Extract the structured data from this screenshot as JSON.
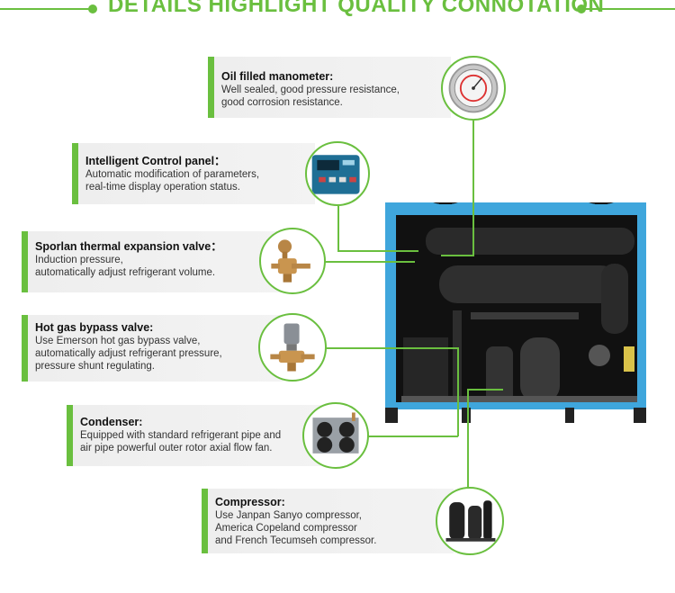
{
  "header": {
    "title": "DETAILS HIGHLIGHT QUALITY CONNOTATION"
  },
  "colors": {
    "accent": "#6abf3f",
    "cabinet": "#3fa6dc",
    "card_bg": "#eeeeee"
  },
  "features": [
    {
      "title": "Oil filled manometer:",
      "lines": [
        "Well sealed, good pressure resistance,",
        "good corrosion resistance."
      ],
      "icon": "manometer-icon"
    },
    {
      "title": "Intelligent Control panel：",
      "lines": [
        "Automatic modification of parameters,",
        "real-time display operation status."
      ],
      "icon": "control-panel-icon"
    },
    {
      "title": "Sporlan thermal expansion valve：",
      "lines": [
        "Induction pressure,",
        "automatically adjust refrigerant volume."
      ],
      "icon": "expansion-valve-icon"
    },
    {
      "title": "Hot gas bypass valve:",
      "lines": [
        "Use Emerson hot gas bypass valve,",
        "automatically adjust refrigerant pressure,",
        "pressure shunt regulating."
      ],
      "icon": "bypass-valve-icon"
    },
    {
      "title": "Condenser:",
      "lines": [
        "Equipped with standard refrigerant pipe and",
        "air pipe powerful outer rotor axial flow fan."
      ],
      "icon": "condenser-icon"
    },
    {
      "title": "Compressor:",
      "lines": [
        "Use Janpan Sanyo compressor,",
        "America Copeland compressor",
        "and French Tecumseh compressor."
      ],
      "icon": "compressor-icon"
    }
  ]
}
